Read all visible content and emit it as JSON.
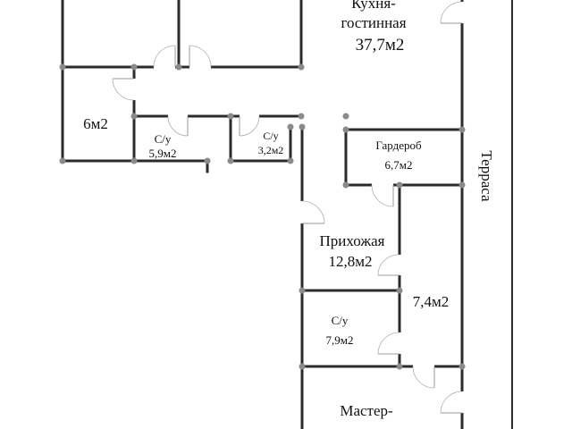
{
  "rooms": {
    "kitchen_living_line1": "Кухня-",
    "kitchen_living_line2": "гостинная",
    "kitchen_living_area": "37,7м2",
    "room_left_area": "6м2",
    "bathroom_1_name": "С/у",
    "bathroom_1_area": "5,9м2",
    "bathroom_2_name": "С/у",
    "bathroom_2_area": "3,2м2",
    "wardrobe_name": "Гардероб",
    "wardrobe_area": "6,7м2",
    "terrace_name": "Терраса",
    "hallway_name": "Прихожая",
    "hallway_area": "12,8м2",
    "room_right_area": "7,4м2",
    "bathroom_3_name": "С/у",
    "bathroom_3_area": "7,9м2",
    "master_line1": "Мастер-"
  },
  "colors": {
    "wall": "#2b2b2b",
    "node": "#8a8a8a",
    "background": "#ffffff"
  }
}
